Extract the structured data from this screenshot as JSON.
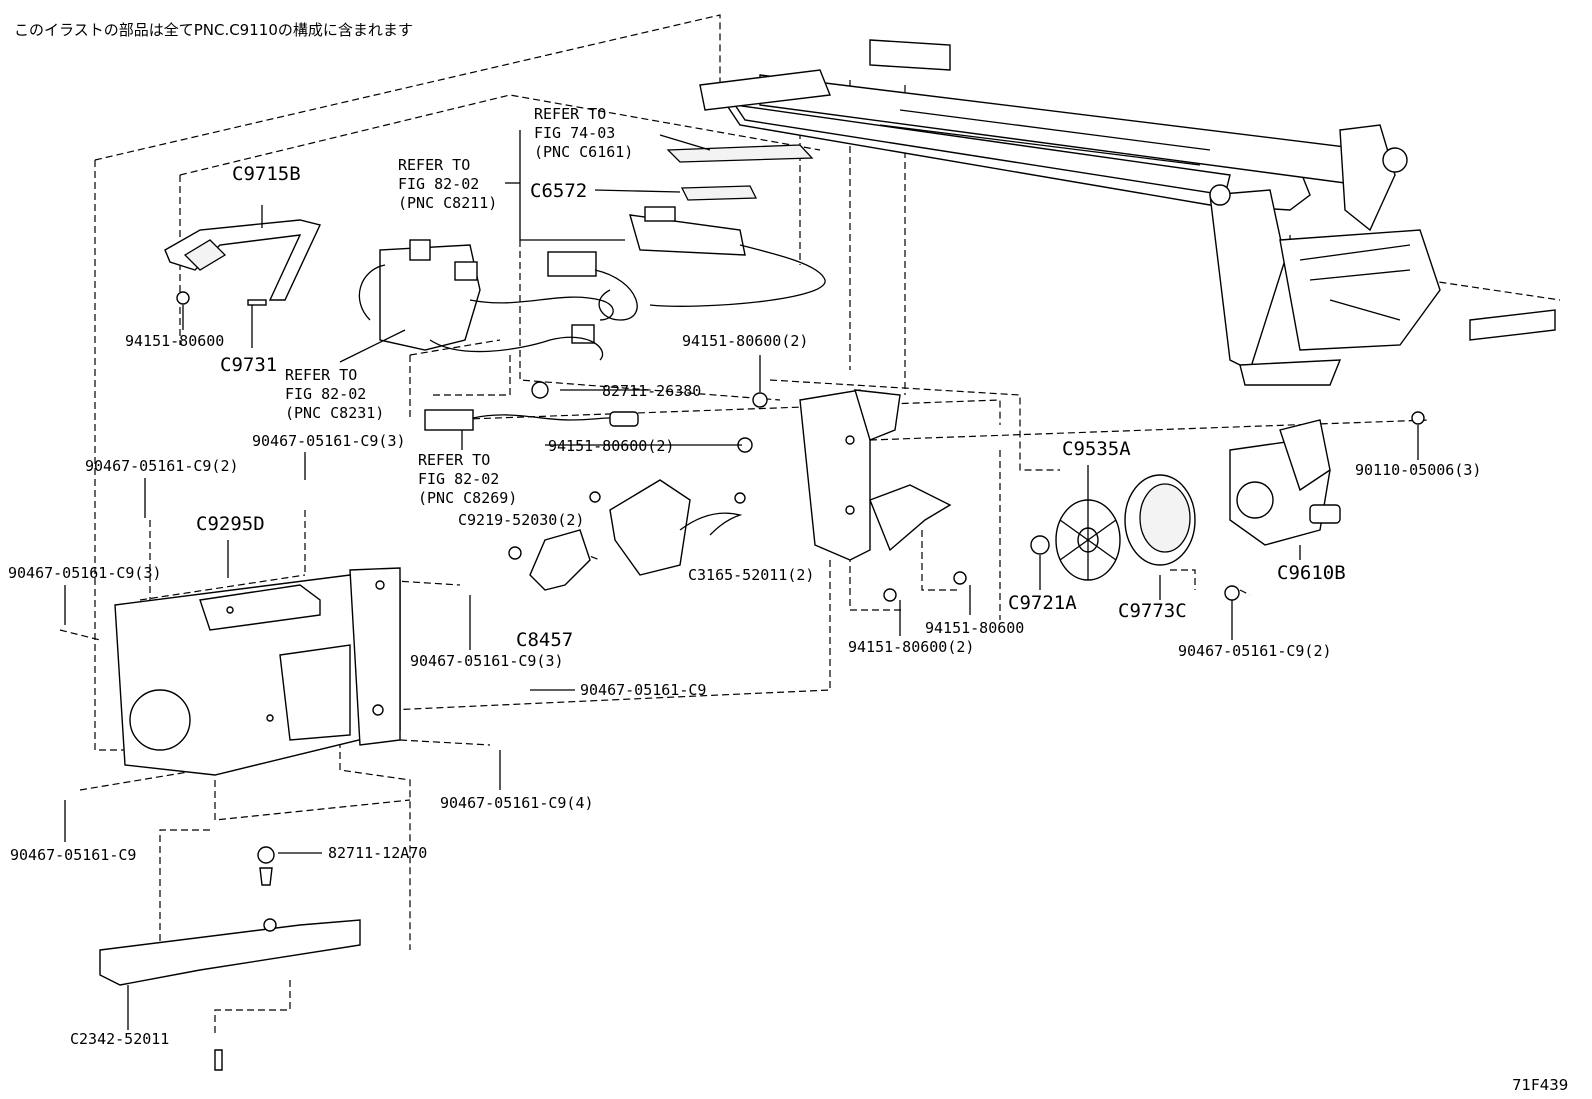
{
  "header": {
    "note": "このイラストの部品は全てPNC.C9110の構成に含まれます"
  },
  "footer": {
    "figure_code": "71F439"
  },
  "callouts": [
    {
      "id": "c9715b",
      "text": "C9715B",
      "size": "big"
    },
    {
      "id": "p94151_a",
      "text": "94151-80600",
      "size": "small"
    },
    {
      "id": "c9731",
      "text": "C9731",
      "size": "big"
    },
    {
      "id": "ref_8202_a_1",
      "text": "REFER TO",
      "size": "small"
    },
    {
      "id": "ref_8202_a_2",
      "text": "FIG 82-02",
      "size": "small"
    },
    {
      "id": "ref_8202_a_3",
      "text": "(PNC C8211)",
      "size": "small"
    },
    {
      "id": "ref_7403_1",
      "text": "REFER TO",
      "size": "small"
    },
    {
      "id": "ref_7403_2",
      "text": "FIG 74-03",
      "size": "small"
    },
    {
      "id": "ref_7403_3",
      "text": "(PNC C6161)",
      "size": "small"
    },
    {
      "id": "c6572",
      "text": "C6572",
      "size": "big"
    },
    {
      "id": "ref_8202_b_1",
      "text": "REFER TO",
      "size": "small"
    },
    {
      "id": "ref_8202_b_2",
      "text": "FIG 82-02",
      "size": "small"
    },
    {
      "id": "ref_8202_b_3",
      "text": "(PNC C8231)",
      "size": "small"
    },
    {
      "id": "p82711_26380",
      "text": "82711-26380",
      "size": "small"
    },
    {
      "id": "p94151_2a",
      "text": "94151-80600(2)",
      "size": "small"
    },
    {
      "id": "p94151_2b",
      "text": "94151-80600(2)",
      "size": "small"
    },
    {
      "id": "p90467_3a",
      "text": "90467-05161-C9(3)",
      "size": "small"
    },
    {
      "id": "ref_8202_c_1",
      "text": "REFER TO",
      "size": "small"
    },
    {
      "id": "ref_8202_c_2",
      "text": "FIG 82-02",
      "size": "small"
    },
    {
      "id": "ref_8202_c_3",
      "text": "(PNC C8269)",
      "size": "small"
    },
    {
      "id": "p90467_2a",
      "text": "90467-05161-C9(2)",
      "size": "small"
    },
    {
      "id": "c9295d",
      "text": "C9295D",
      "size": "big"
    },
    {
      "id": "c9219",
      "text": "C9219-52030(2)",
      "size": "small"
    },
    {
      "id": "c3165",
      "text": "C3165-52011(2)",
      "size": "small"
    },
    {
      "id": "p90467_3b",
      "text": "90467-05161-C9(3)",
      "size": "small"
    },
    {
      "id": "c8457",
      "text": "C8457",
      "size": "big"
    },
    {
      "id": "p90467_3c",
      "text": "90467-05161-C9(3)",
      "size": "small"
    },
    {
      "id": "p90467_single_a",
      "text": "90467-05161-C9",
      "size": "small"
    },
    {
      "id": "p90467_4",
      "text": "90467-05161-C9(4)",
      "size": "small"
    },
    {
      "id": "p90467_single_b",
      "text": "90467-05161-C9",
      "size": "small"
    },
    {
      "id": "p82711_12a70",
      "text": "82711-12A70",
      "size": "small"
    },
    {
      "id": "c2342",
      "text": "C2342-52011",
      "size": "small"
    },
    {
      "id": "c9535a",
      "text": "C9535A",
      "size": "big"
    },
    {
      "id": "c9721a",
      "text": "C9721A",
      "size": "big"
    },
    {
      "id": "c9773c",
      "text": "C9773C",
      "size": "big"
    },
    {
      "id": "c9610b",
      "text": "C9610B",
      "size": "big"
    },
    {
      "id": "p90110",
      "text": "90110-05006(3)",
      "size": "small"
    },
    {
      "id": "p90467_2b",
      "text": "90467-05161-C9(2)",
      "size": "small"
    },
    {
      "id": "p94151_b",
      "text": "94151-80600",
      "size": "small"
    },
    {
      "id": "p94151_2c",
      "text": "94151-80600(2)",
      "size": "small"
    }
  ]
}
